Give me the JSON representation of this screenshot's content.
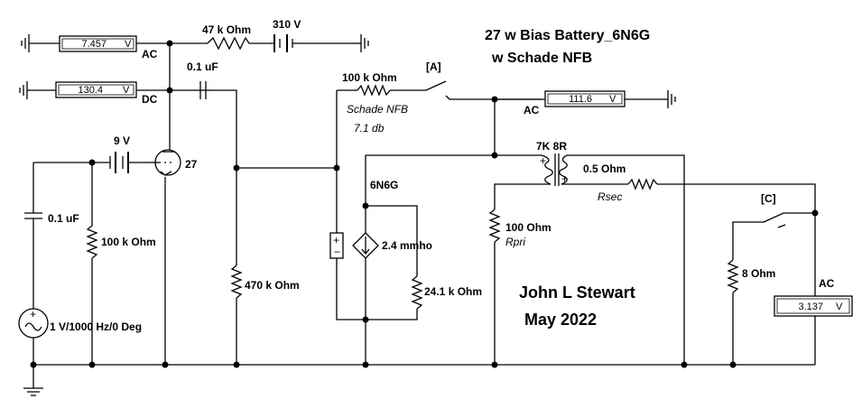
{
  "title": {
    "line1": "27 w Bias Battery_6N6G",
    "line2": "w Schade NFB"
  },
  "author": {
    "name": "John L Stewart",
    "date": "May 2022"
  },
  "meters": [
    {
      "id": "m1",
      "value": "7.457",
      "unit": "V",
      "mode": "AC"
    },
    {
      "id": "m2",
      "value": "130.4",
      "unit": "V",
      "mode": "DC"
    },
    {
      "id": "m3",
      "value": "111.6",
      "unit": "V",
      "mode": "AC"
    },
    {
      "id": "m4",
      "value": "3.137",
      "unit": "V",
      "mode": "AC"
    }
  ],
  "components": {
    "r_47k": "47 k Ohm",
    "b_310": "310 V",
    "c_01_top": "0.1 uF",
    "r_100k_nfb": "100 k Ohm",
    "nfb_name": "Schade NFB",
    "nfb_db": "7.1 db",
    "switch_a": "[A]",
    "b_9": "9 V",
    "tube": "27",
    "c_01_in": "0.1 uF",
    "r_100k_grid": "100 k Ohm",
    "source": "1 V/1000 Hz/0 Deg",
    "r_470k": "470 k Ohm",
    "tube_out": "6N6G",
    "gm": "2.4 mmho",
    "r_24k": "24.1 k Ohm",
    "xfmr": "7K 8R",
    "rsec_val": "0.5  Ohm",
    "rsec_name": "Rsec",
    "rpri_val": "100  Ohm",
    "rpri_name": "Rpri",
    "switch_c": "[C]",
    "r_8": "8  Ohm"
  }
}
